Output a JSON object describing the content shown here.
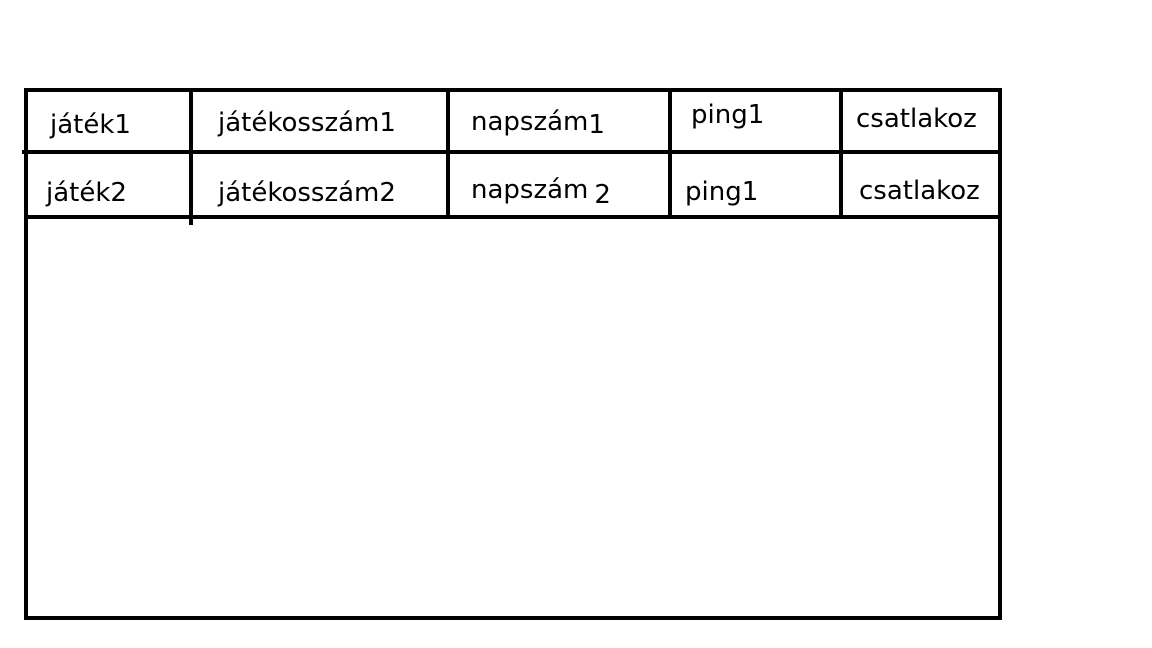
{
  "server_list": {
    "rows": [
      {
        "game": "játék1",
        "players": "játékosszám1",
        "days_prefix": "napszám",
        "days_suffix": "1",
        "ping": "ping1",
        "connect": "csatlakoz"
      },
      {
        "game": "játék2",
        "players": "játékosszám2",
        "days_prefix": "napszám",
        "days_suffix": "2",
        "ping": "ping1",
        "connect": "csatlakoz"
      }
    ]
  }
}
